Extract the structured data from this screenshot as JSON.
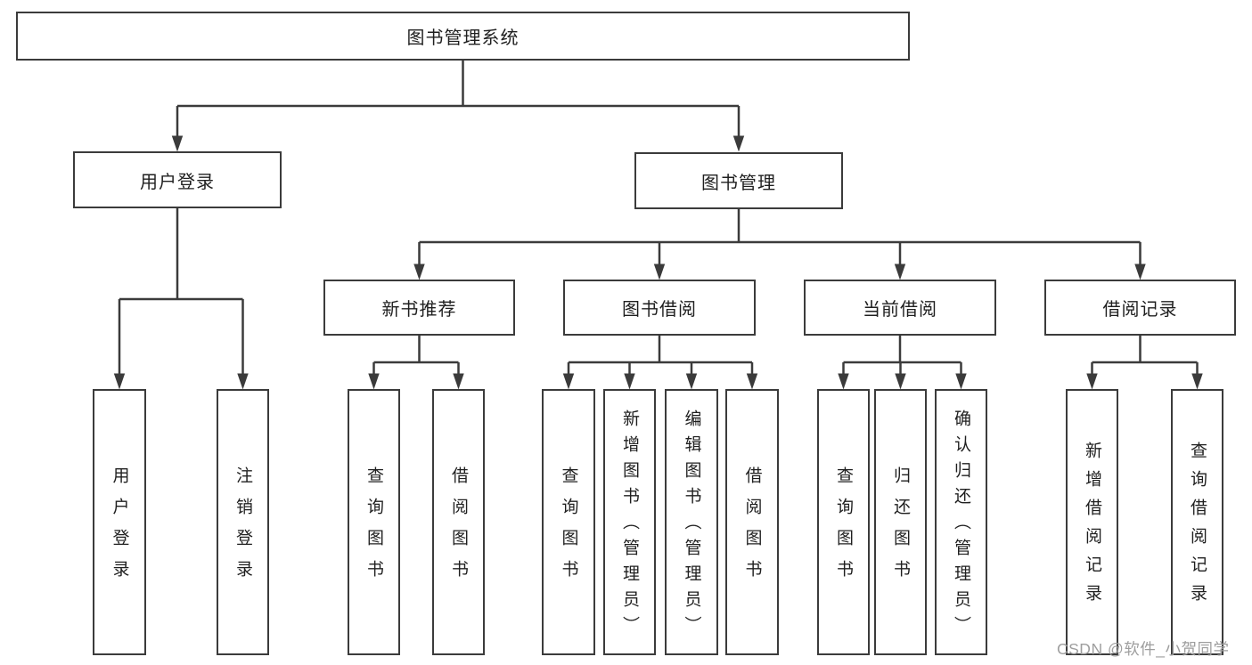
{
  "diagram": {
    "root": {
      "label": "图书管理系统"
    },
    "level2": [
      {
        "label": "用户登录"
      },
      {
        "label": "图书管理"
      }
    ],
    "level3": [
      {
        "label": "新书推荐",
        "parent": "图书管理"
      },
      {
        "label": "图书借阅",
        "parent": "图书管理"
      },
      {
        "label": "当前借阅",
        "parent": "图书管理"
      },
      {
        "label": "借阅记录",
        "parent": "图书管理"
      }
    ],
    "leaves": [
      {
        "label": "用户登录",
        "parent": "用户登录"
      },
      {
        "label": "注销登录",
        "parent": "用户登录"
      },
      {
        "label": "查询图书",
        "parent": "新书推荐"
      },
      {
        "label": "借阅图书",
        "parent": "新书推荐"
      },
      {
        "label": "查询图书",
        "parent": "图书借阅"
      },
      {
        "label": "新增图书（管理员）",
        "parent": "图书借阅"
      },
      {
        "label": "编辑图书（管理员）",
        "parent": "图书借阅"
      },
      {
        "label": "借阅图书",
        "parent": "图书借阅"
      },
      {
        "label": "查询图书",
        "parent": "当前借阅"
      },
      {
        "label": "归还图书",
        "parent": "当前借阅"
      },
      {
        "label": "确认归还（管理员）",
        "parent": "当前借阅"
      },
      {
        "label": "新增借阅记录",
        "parent": "借阅记录"
      },
      {
        "label": "查询借阅记录",
        "parent": "借阅记录"
      }
    ]
  },
  "watermark": {
    "text": "CSDN @软件_小贺同学"
  },
  "colors": {
    "background": "#ffffff",
    "box_border": "#3b3b3b",
    "connector": "#3b3b3b",
    "text": "#1f1f1f",
    "watermark_text": "#9e9e9e"
  }
}
